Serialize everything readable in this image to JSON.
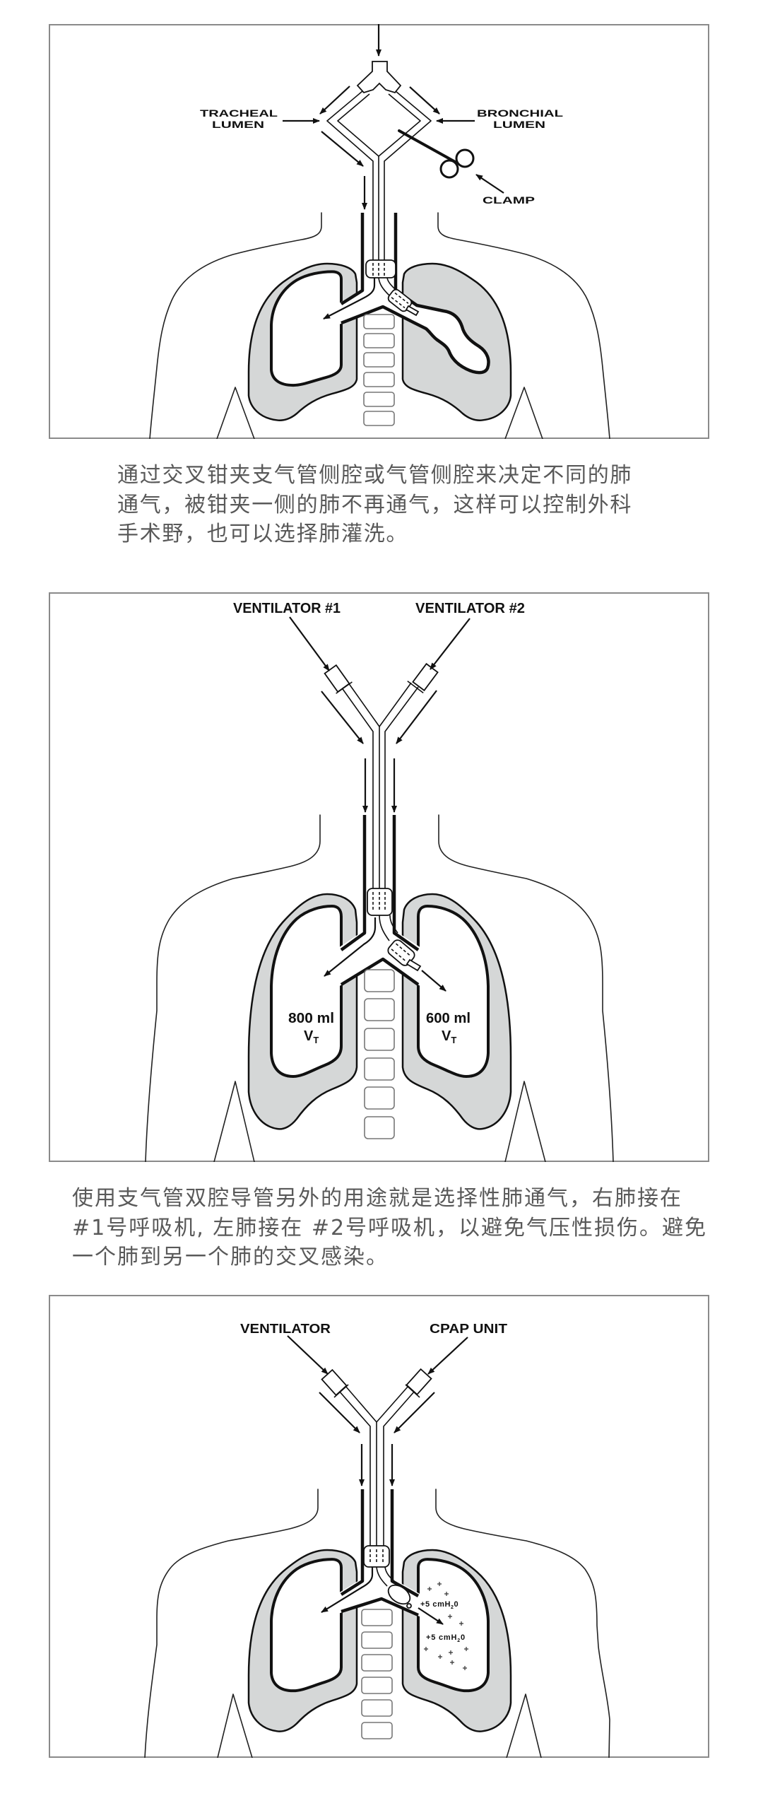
{
  "figures": [
    {
      "labels": {
        "tracheal_lumen": [
          "TRACHEAL",
          "LUMEN"
        ],
        "bronchial_lumen": [
          "BRONCHIAL",
          "LUMEN"
        ],
        "clamp": "CLAMP"
      },
      "caption": [
        "通过交叉钳夹支气管侧腔或气管侧腔来决定不同的肺",
        "通气，被钳夹一侧的肺不再通气，这样可以控制外科",
        "手术野，也可以选择肺灌洗。"
      ]
    },
    {
      "labels": {
        "ventilator_1": "VENTILATOR #1",
        "ventilator_2": "VENTILATOR #2",
        "left_lung_volume": "800 ml",
        "right_lung_volume": "600 ml",
        "tidal_volume": {
          "symbol": "V",
          "subscript": "T"
        }
      },
      "caption": [
        "使用支气管双腔导管另外的用途就是选择性肺通气，右肺接在",
        "#1号呼吸机, 左肺接在 #2号呼吸机，以避免气压性损伤。避免",
        "一个肺到另一个肺的交叉感染。"
      ]
    },
    {
      "labels": {
        "ventilator": "VENTILATOR",
        "cpap_unit": "CPAP UNIT",
        "pressure": [
          {
            "value": "+5 cmH",
            "subscript": "2",
            "suffix": "0"
          },
          {
            "value": "+5 cmH",
            "subscript": "2",
            "suffix": "0"
          }
        ]
      }
    }
  ],
  "colors": {
    "background": "#ffffff",
    "lung_fill": "#d5d7d7",
    "line": "#111111",
    "frame": "#8a8a8a",
    "caption_text": "#595959"
  }
}
